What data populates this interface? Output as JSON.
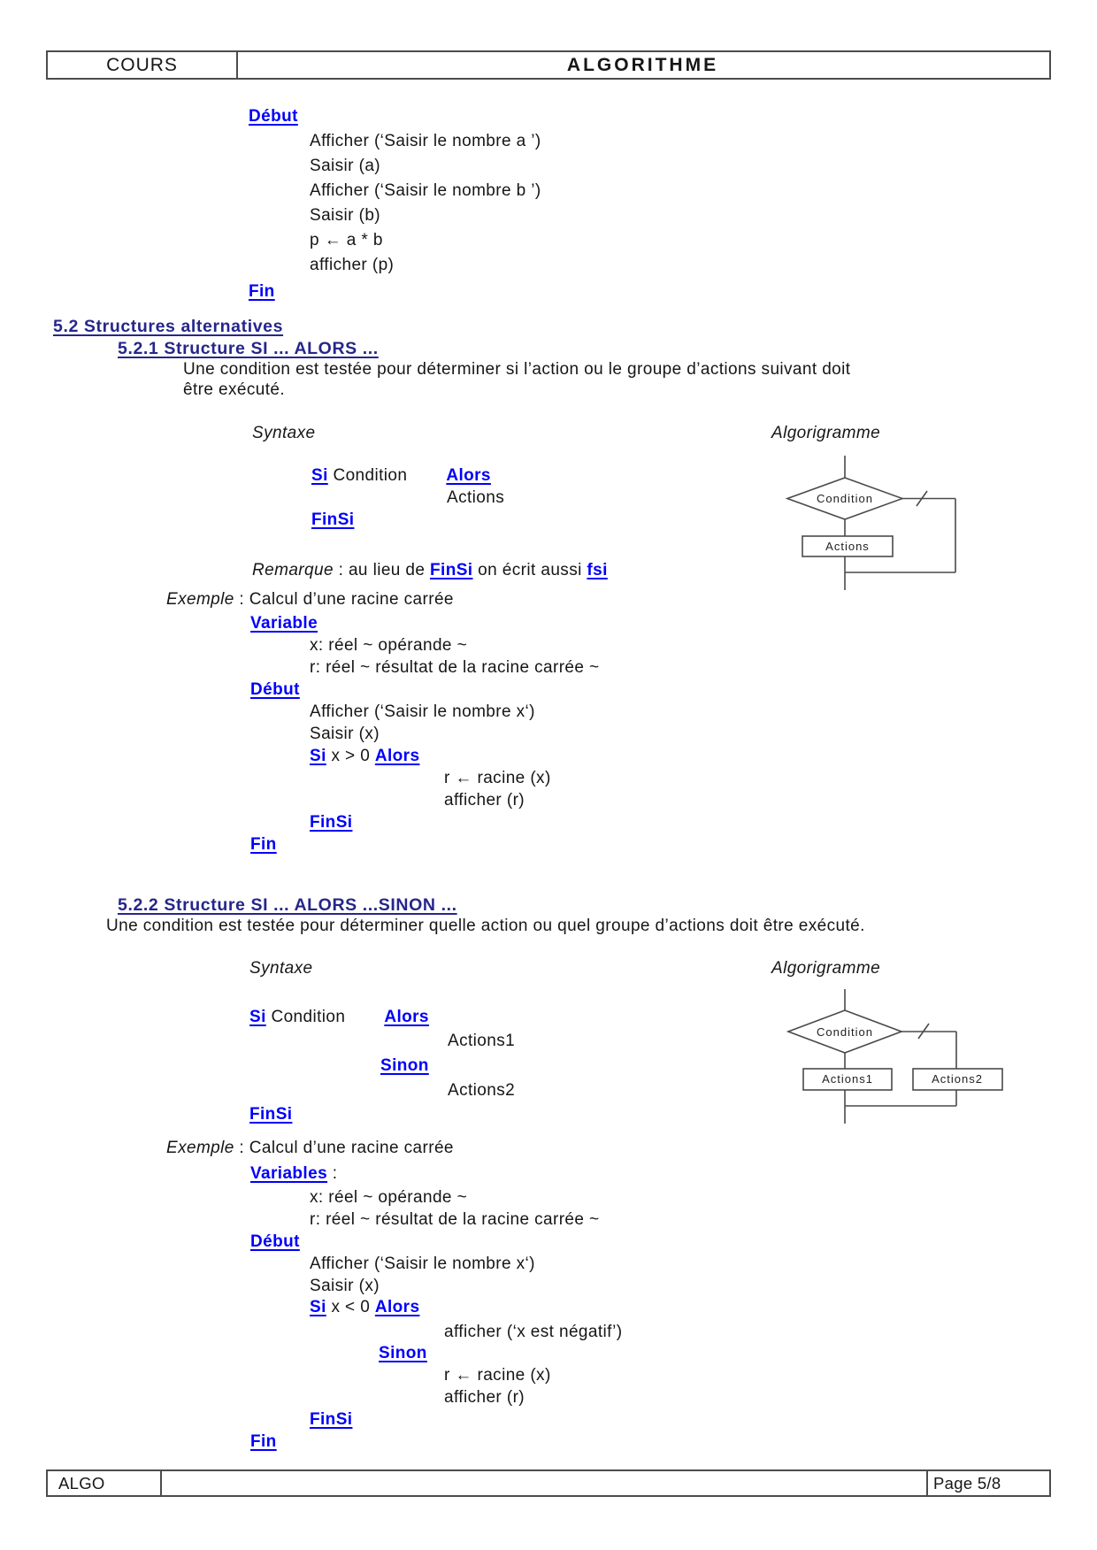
{
  "header": {
    "course": "COURS",
    "title": "ALGORITHME"
  },
  "intro": {
    "kw_debut": "Début",
    "lines": [
      "Afficher (‘Saisir le nombre a ’)",
      "Saisir (a)",
      "Afficher (‘Saisir le nombre b ’)",
      "Saisir (b)",
      "p ← a * b",
      "afficher (p)"
    ],
    "kw_fin": "Fin"
  },
  "s52": {
    "heading": "5.2 Structures alternatives"
  },
  "s521": {
    "heading": "5.2.1 Structure SI ... ALORS ...",
    "desc1": "Une condition est testée pour déterminer si l’action ou le groupe d’actions suivant doit",
    "desc2": "être exécuté.",
    "syntaxe_label": "Syntaxe",
    "algorigramme_label": "Algorigramme",
    "syntax": {
      "si": "Si",
      "condition": " Condition",
      "alors": "Alors",
      "actions": "Actions",
      "finsi": "FinSi"
    },
    "remark": {
      "label": "Remarque",
      "t1": " : au lieu de ",
      "finsi": "FinSi",
      "t2": " on écrit aussi ",
      "fsi": "fsi"
    },
    "flowchart": {
      "condition": "Condition",
      "actions": "Actions"
    },
    "example": {
      "label": "Exemple",
      "title": " : Calcul d’une racine carrée",
      "kw_variable": "Variable",
      "vars": [
        "x: réel ~ opérande ~",
        "r: réel ~ résultat de la racine carrée ~"
      ],
      "kw_debut": "Début",
      "body": [
        "Afficher (‘Saisir le nombre x‘)",
        "Saisir (x)"
      ],
      "si": "Si",
      "si_cond": " x > 0 ",
      "alors": "Alors",
      "then_lines": [
        "r ← racine (x)",
        "afficher (r)"
      ],
      "kw_finsi": "FinSi",
      "kw_fin": "Fin"
    }
  },
  "s522": {
    "heading": "5.2.2 Structure SI ... ALORS ...SINON ...",
    "desc": "Une condition est testée pour déterminer quelle action ou quel groupe d’actions doit être exécuté.",
    "syntaxe_label": "Syntaxe",
    "algorigramme_label": "Algorigramme",
    "syntax": {
      "si": "Si",
      "condition": " Condition",
      "alors": "Alors",
      "actions1": "Actions1",
      "sinon": "Sinon",
      "actions2": "Actions2",
      "finsi": "FinSi"
    },
    "flowchart": {
      "condition": "Condition",
      "actions1": "Actions1",
      "actions2": "Actions2"
    },
    "example": {
      "label": "Exemple",
      "title": " : Calcul d’une racine carrée",
      "kw_variables": "Variables",
      "variables_sep": " :",
      "vars": [
        "x: réel ~ opérande ~",
        "r: réel ~ résultat de la racine carrée ~"
      ],
      "kw_debut": "Début",
      "body": [
        "Afficher (‘Saisir le nombre x‘)",
        "Saisir (x)"
      ],
      "si": "Si",
      "si_cond": " x < 0 ",
      "alors": "Alors",
      "then_lines": [
        "afficher (‘x est négatif’)"
      ],
      "kw_sinon": "Sinon",
      "else_lines": [
        "r ← racine (x)",
        "afficher (r)"
      ],
      "kw_finsi": "FinSi",
      "kw_fin": "Fin"
    }
  },
  "footer": {
    "left": "ALGO",
    "right": "Page 5/8"
  }
}
